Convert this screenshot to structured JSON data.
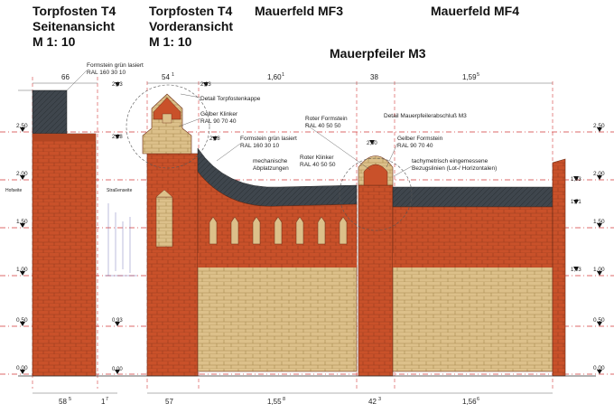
{
  "titles": {
    "left_line1": "Torpfosten T4",
    "left_line2": "Seitenansicht",
    "left_line3": "M 1: 10",
    "mid_line1": "Torpfosten T4",
    "mid_line2": "Vorderansicht",
    "mid_line3": "M 1: 10",
    "mf3": "Mauerfeld MF3",
    "mf4": "Mauerfeld MF4",
    "m3": "Mauerpfeiler M3"
  },
  "dimensions_top": {
    "d66": "66",
    "d54": "54",
    "d54_sup": "1",
    "d160": "1,60",
    "d160_sup": "1",
    "d38": "38",
    "d159": "1,59",
    "d159_sup": "5"
  },
  "dimensions_bottom": {
    "d58": "58",
    "d58_sup": "5",
    "d1": "1",
    "d1_sup": "7",
    "d57": "57",
    "d155": "1,55",
    "d155_sup": "8",
    "d42": "42",
    "d42_sup": "3",
    "d156": "1,56",
    "d156_sup": "6"
  },
  "level_labels_left": [
    "2,50",
    "2,00",
    "1,50",
    "1,00",
    "0,50",
    "0,00"
  ],
  "level_labels_right": [
    "2,50",
    "2,00",
    "1,50",
    "1,00",
    "0,50",
    "0,00"
  ],
  "level_labels_inner": {
    "l283a": "2,83",
    "l228a": "2,28",
    "l283b": "2,83",
    "l228b": "2,28",
    "l230": "2,30",
    "l093a": "0,93",
    "l000a": "0,00",
    "l193": "1,93",
    "l171": "1,71",
    "l093b": "1,03"
  },
  "annotations": {
    "formstein_gruen_1": "Formstein grün lasiert",
    "ral_160_1": "RAL 160 30 10",
    "detail_kappe": "Detail Torpfostenkappe",
    "gelber_klinker_1": "Gelber Klinker",
    "ral_907_1": "RAL 90 70 40",
    "formstein_gruen_2": "Formstein grün lasiert",
    "ral_160_2": "RAL 160 30 10",
    "roter_formstein": "Roter Formstein",
    "ral_405_1": "RAL 40 50 50",
    "detail_pfeiler": "Detail Mauerpfeilerabschluß M3",
    "gelber_formstein": "Gelber Formstein",
    "ral_907_2": "RAL 90 70 40",
    "mech_1": "mechanische",
    "mech_2": "Abplatzungen",
    "roter_klinker": "Roter Klinker",
    "ral_405_2": "RAL 40 50 50",
    "tachy_1": "tachymetrisch eingemessene",
    "tachy_2": "Bezugslinien (Lot-/ Horizontalen)",
    "hofseite": "Hofseite",
    "strassenseite": "Straßenseite"
  },
  "colors": {
    "brick": "#c9512a",
    "yellow": "#dcc08a",
    "slate": "#3f464d",
    "redline": "#d23a3a",
    "grey": "#888888"
  }
}
